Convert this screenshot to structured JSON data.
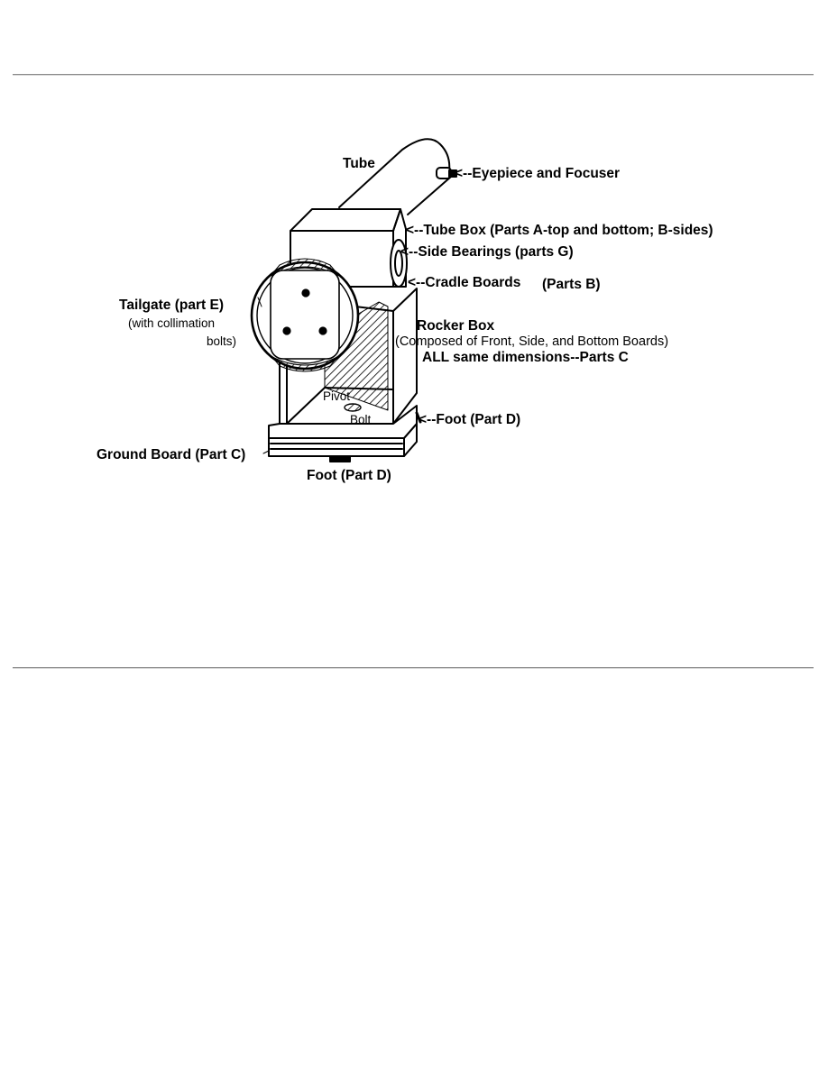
{
  "labels": {
    "tube": "Tube",
    "eyepiece": "<--Eyepiece and Focuser",
    "tube_box": "<--Tube Box (Parts A-top and bottom; B-sides)",
    "side_bearings": "<--Side Bearings (parts G)",
    "cradle_boards": "<--Cradle Boards",
    "cradle_parts": "(Parts B)",
    "tailgate": "Tailgate (part E)",
    "tailgate_note_1": "(with collimation",
    "tailgate_note_2": "bolts)",
    "rocker_box": "Rocker Box",
    "rocker_composed": "(Composed of Front, Side, and Bottom Boards)",
    "rocker_same": "ALL same dimensions--Parts C",
    "pivot": "Pivot",
    "bolt": "Bolt",
    "foot_right": "<--Foot (Part D)",
    "ground_board": "Ground Board (Part C)",
    "foot_bottom": "Foot (Part D)"
  }
}
